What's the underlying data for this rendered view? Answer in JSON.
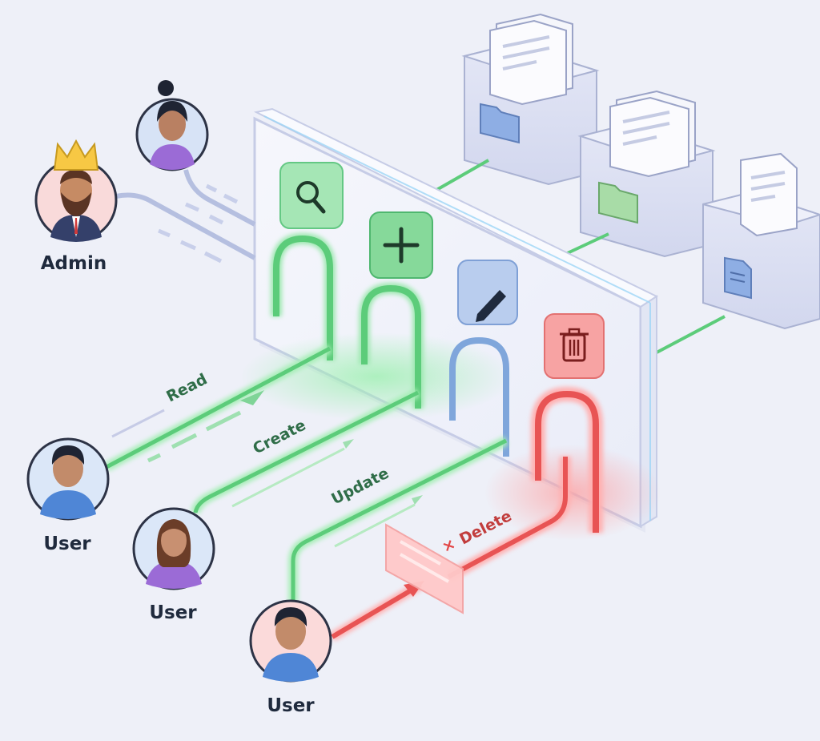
{
  "actors": {
    "admin_label": "Admin",
    "user1_label": "User",
    "user2_label": "User",
    "user3_label": "User"
  },
  "operations": {
    "read": "Read",
    "create": "Create",
    "update": "Update",
    "delete": "Delete",
    "delete_marker": "×"
  },
  "colors": {
    "allowed": "#5ccc7a",
    "allowed_text": "#2f6d48",
    "update": "#7fa6db",
    "denied": "#e85454",
    "panel": "#f3f5fb",
    "storage": "#dadff1"
  },
  "icons": {
    "read": "search-icon",
    "create": "plus-icon",
    "update": "pencil-icon",
    "delete": "trash-icon",
    "admin_badge": "crown-icon",
    "storage": "folder-icon"
  }
}
